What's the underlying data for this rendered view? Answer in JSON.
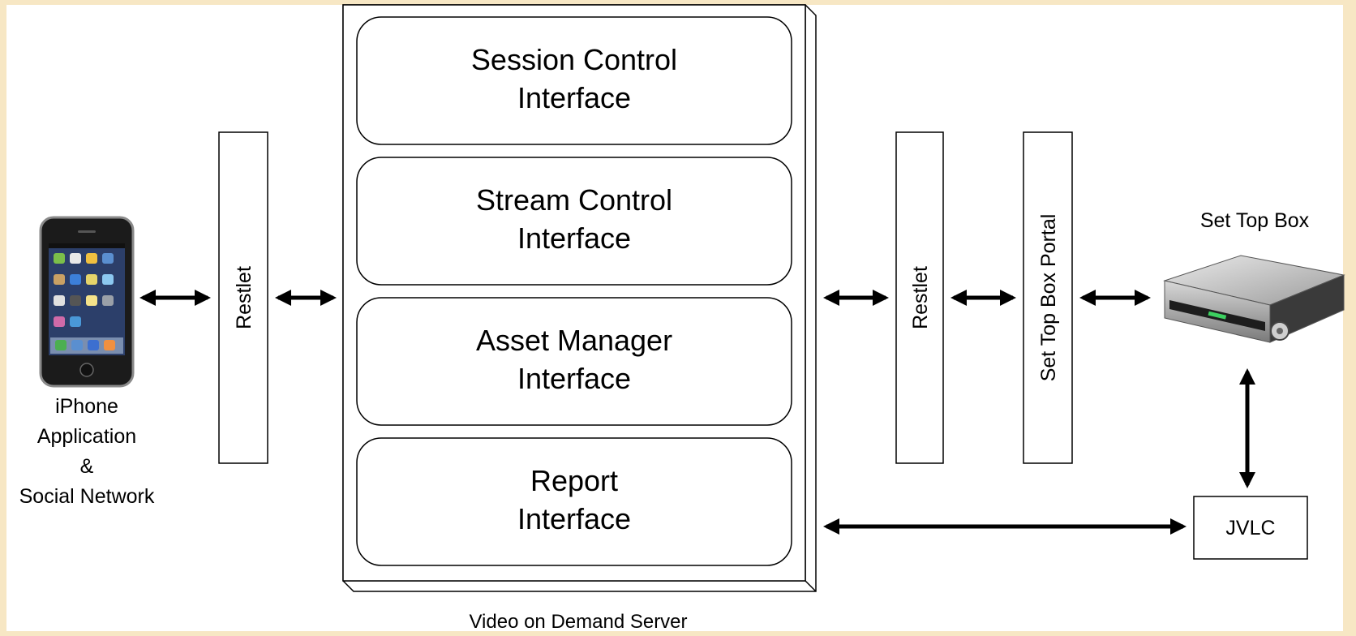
{
  "diagram": {
    "iphone_label": [
      "iPhone",
      "Application",
      "&",
      "Social Network"
    ],
    "restlet_left": "Restlet",
    "server": {
      "caption": "Video on Demand Server",
      "modules": [
        [
          "Session Control",
          "Interface"
        ],
        [
          "Stream Control",
          "Interface"
        ],
        [
          "Asset Manager",
          "Interface"
        ],
        [
          "Report",
          "Interface"
        ]
      ]
    },
    "restlet_right": "Restlet",
    "portal": "Set Top Box Portal",
    "set_top_box": "Set Top Box",
    "jvlc": "JVLC"
  }
}
